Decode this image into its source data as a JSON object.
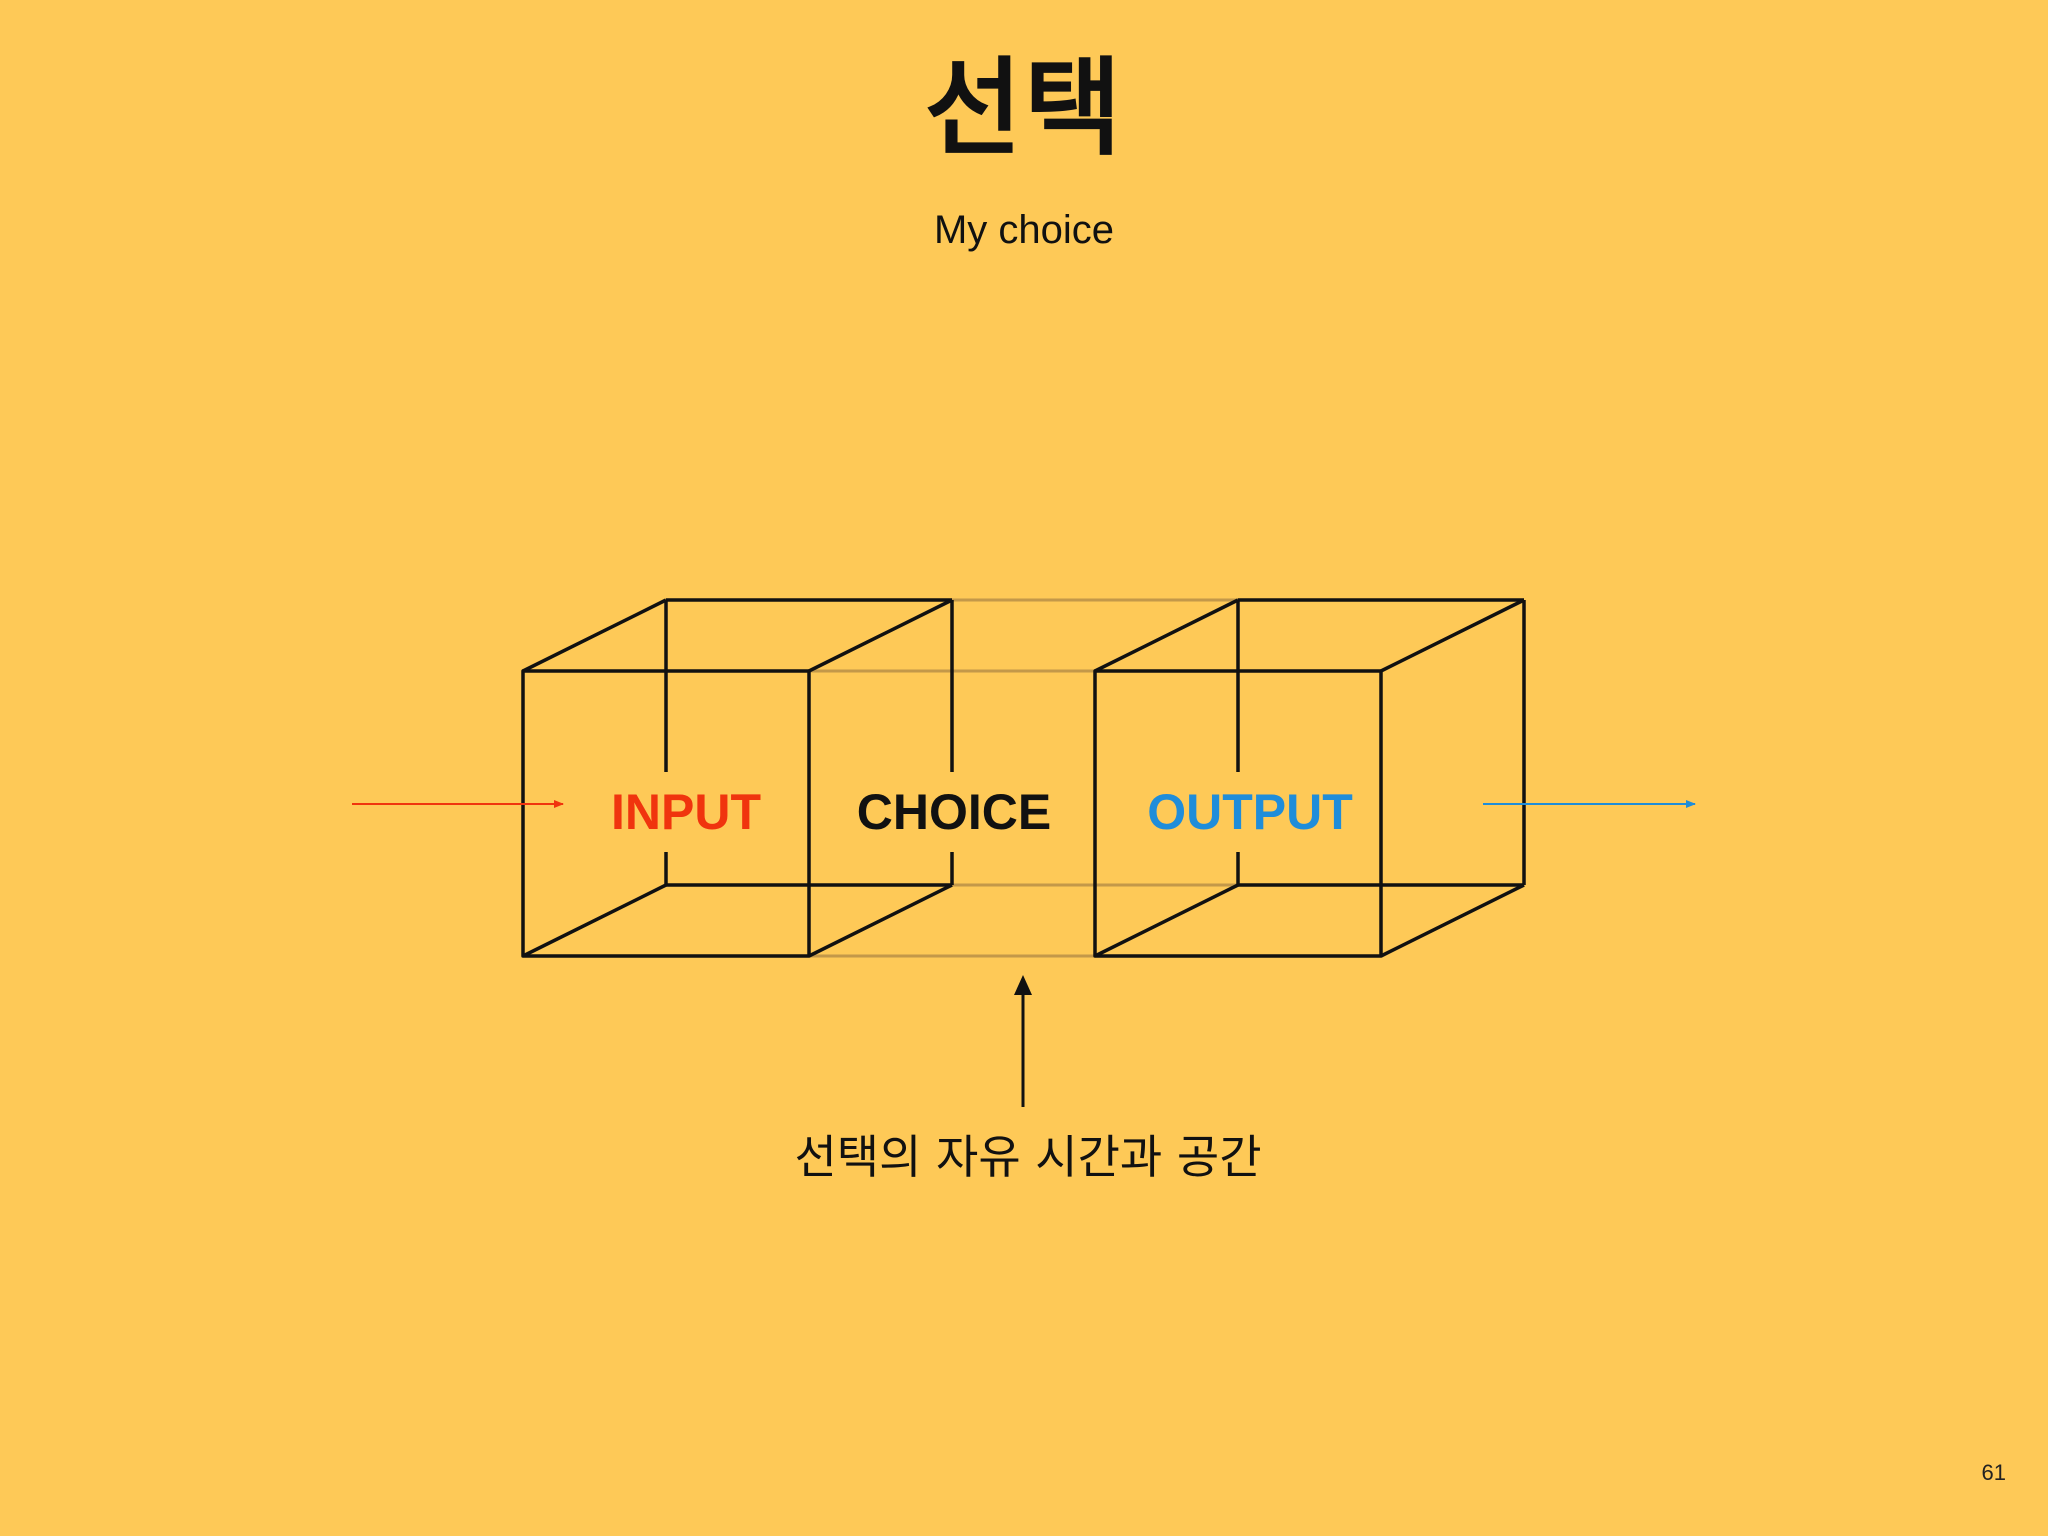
{
  "slide": {
    "title": "선택",
    "subtitle": "My choice",
    "caption": "선택의 자유 시간과 공간",
    "page_number": "61"
  },
  "diagram": {
    "labels": {
      "input": "INPUT",
      "choice": "CHOICE",
      "output": "OUTPUT"
    },
    "colors": {
      "background": "#FEC957",
      "input": "#F0340E",
      "choice": "#111111",
      "output": "#1F8DDA",
      "edges": "#111111",
      "faint_edges": "#B88F46"
    }
  }
}
